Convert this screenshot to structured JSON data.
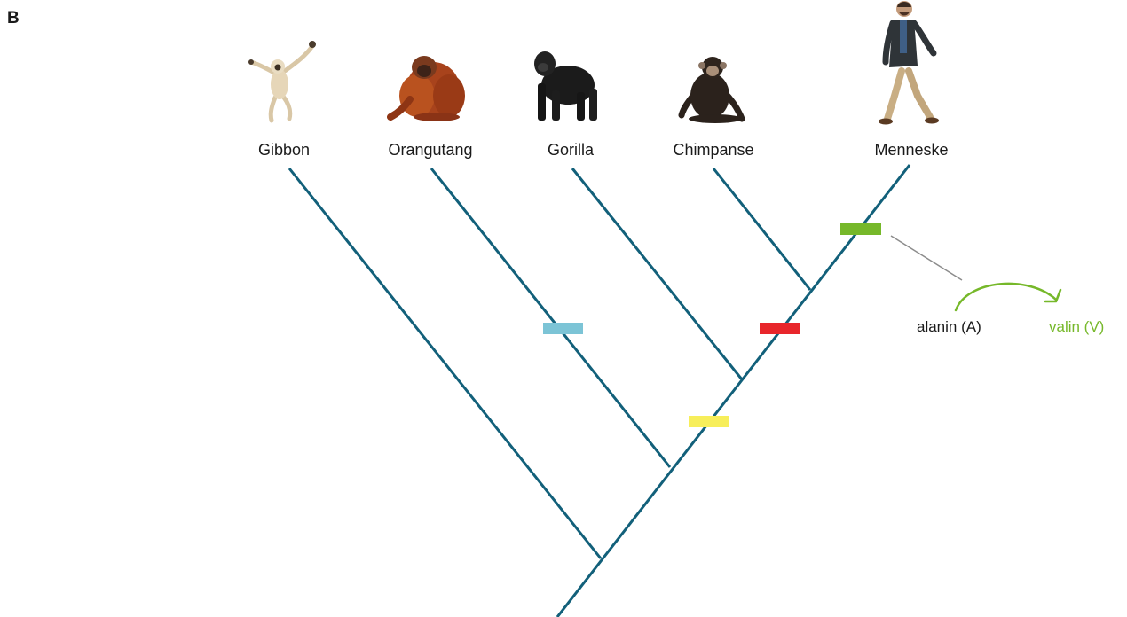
{
  "panel_label": "B",
  "species": [
    {
      "name": "Gibbon",
      "icon": "gibbon-icon"
    },
    {
      "name": "Orangutang",
      "icon": "orangutan-icon"
    },
    {
      "name": "Gorilla",
      "icon": "gorilla-icon"
    },
    {
      "name": "Chimpanse",
      "icon": "chimpanzee-icon"
    },
    {
      "name": "Menneske",
      "icon": "human-icon"
    }
  ],
  "mutations": [
    {
      "color": "#7cc4d6"
    },
    {
      "color": "#f7ee5a"
    },
    {
      "color": "#e8262b"
    },
    {
      "color": "#76b82a"
    }
  ],
  "substitution": {
    "from_label": "alanin (A)",
    "to_label": "valin (V)",
    "to_color": "#76b82a"
  },
  "colors": {
    "branch": "#12607a",
    "callout_line": "#8c8c8c",
    "text": "#1a1a1a"
  }
}
